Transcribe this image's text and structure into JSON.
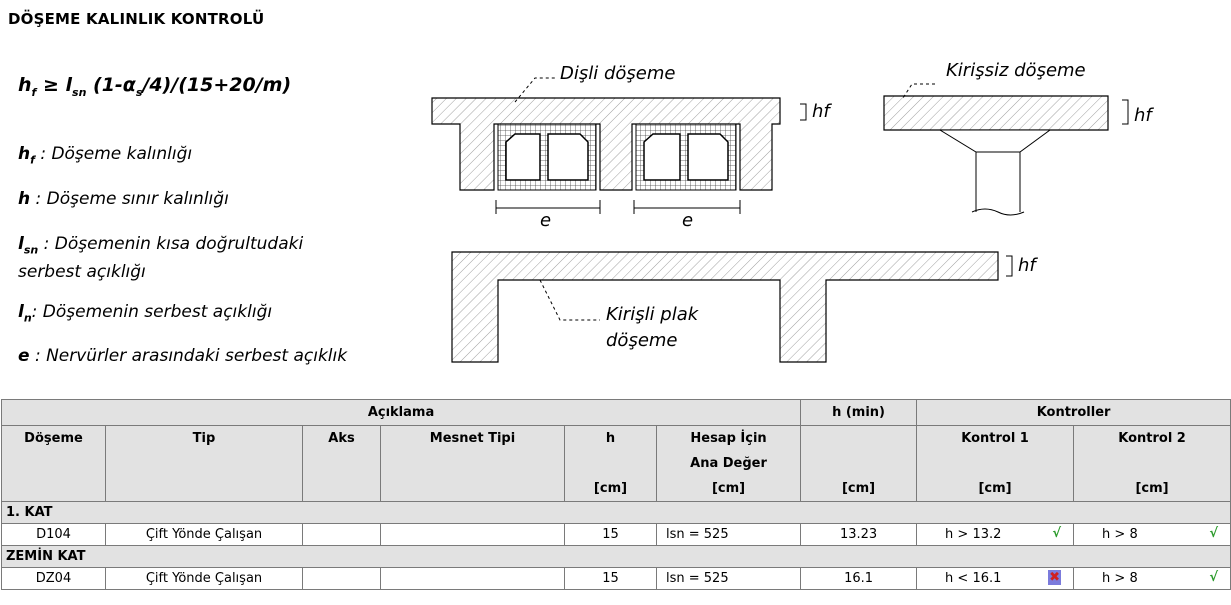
{
  "title": "DÖŞEME KALINLIK KONTROLÜ",
  "formula": "≥ l",
  "formula_tail": " (1-α",
  "formula_end": "/4)/(15+20/m)",
  "defs": {
    "hf": ": Döşeme kalınlığı",
    "h": ": Döşeme sınır kalınlığı",
    "lsn_1": ": Döşemenin kısa doğrultudaki",
    "lsn_2": "serbest açıklığı",
    "ln": ": Döşemenin serbest açıklığı",
    "e": ": Nervürler arasındaki serbest açıklık"
  },
  "diagram": {
    "disli": "Dişli döşeme",
    "kirissiz": "Kirişsiz döşeme",
    "kirisli_1": "Kirişli plak",
    "kirisli_2": "döşeme",
    "hf": "hf",
    "e": "e"
  },
  "table": {
    "group_aciklama": "Açıklama",
    "group_hmin": "h (min)",
    "group_kontroller": "Kontroller",
    "col_doseme": "Döşeme",
    "col_tip": "Tip",
    "col_aks": "Aks",
    "col_mesnet": "Mesnet Tipi",
    "col_h": "h",
    "col_hesap_1": "Hesap İçin",
    "col_hesap_2": "Ana Değer",
    "col_k1": "Kontrol 1",
    "col_k2": "Kontrol 2",
    "unit": "[cm]",
    "sections": [
      {
        "name": "1. KAT",
        "row": {
          "doseme": "D104",
          "tip": "Çift Yönde Çalışan",
          "aks": "",
          "mesnet": "",
          "h": "15",
          "ana": "lsn = 525",
          "hmin": "13.23",
          "k1": "h > 13.2",
          "k1_mark": "√",
          "k2": "h > 8",
          "k2_mark": "√"
        }
      },
      {
        "name": "ZEMİN KAT",
        "row": {
          "doseme": "DZ04",
          "tip": "Çift Yönde Çalışan",
          "aks": "",
          "mesnet": "",
          "h": "15",
          "ana": "lsn = 525",
          "hmin": "16.1",
          "k1": "h < 16.1",
          "k1_mark": "✖",
          "k2": "h > 8",
          "k2_mark": "√"
        }
      }
    ]
  }
}
